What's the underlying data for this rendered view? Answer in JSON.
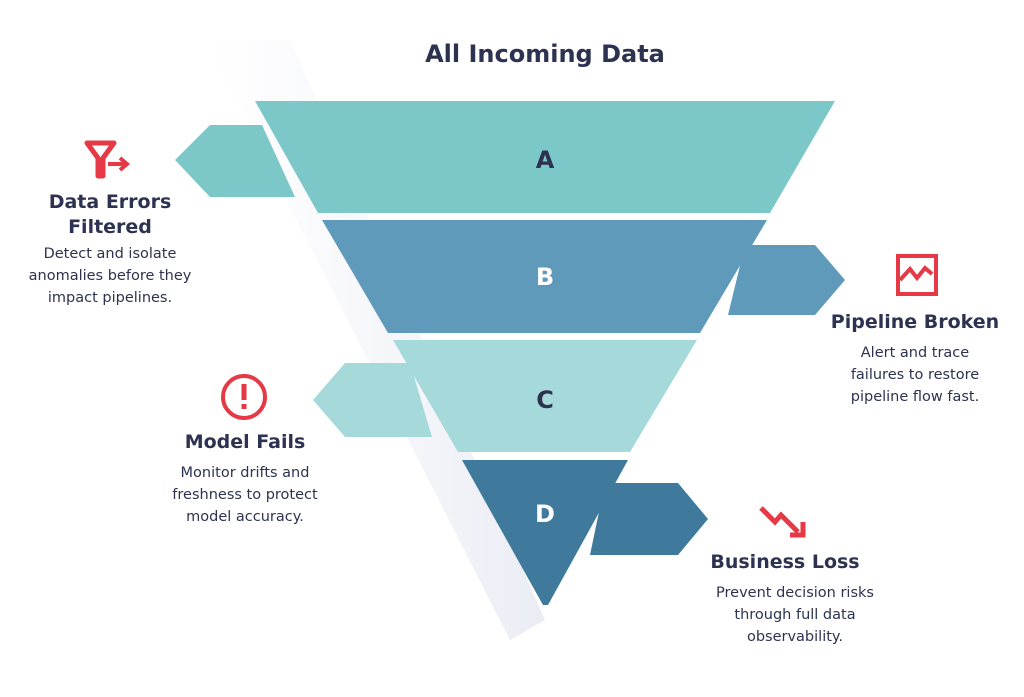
{
  "title": "All Incoming Data",
  "levels": [
    {
      "label": "A",
      "color": "#7cc8c9"
    },
    {
      "label": "B",
      "color": "#5f9aba"
    },
    {
      "label": "C",
      "color": "#a6d9da"
    },
    {
      "label": "D",
      "color": "#3f7a9c"
    }
  ],
  "callouts": [
    {
      "icon": "filter-arrow-icon",
      "title": "Data Errors Filtered",
      "desc": "Detect and isolate anomalies before they impact pipelines."
    },
    {
      "icon": "broken-chart-icon",
      "title": "Pipeline Broken",
      "desc": "Alert and trace failures to restore pipeline flow fast."
    },
    {
      "icon": "alert-circle-icon",
      "title": "Model Fails",
      "desc": "Monitor drifts and freshness to protect model accuracy."
    },
    {
      "icon": "trend-down-icon",
      "title": "Business Loss",
      "desc": "Prevent decision risks through full data observability."
    }
  ],
  "accent": "#e63946",
  "text_color": "#2d3250"
}
